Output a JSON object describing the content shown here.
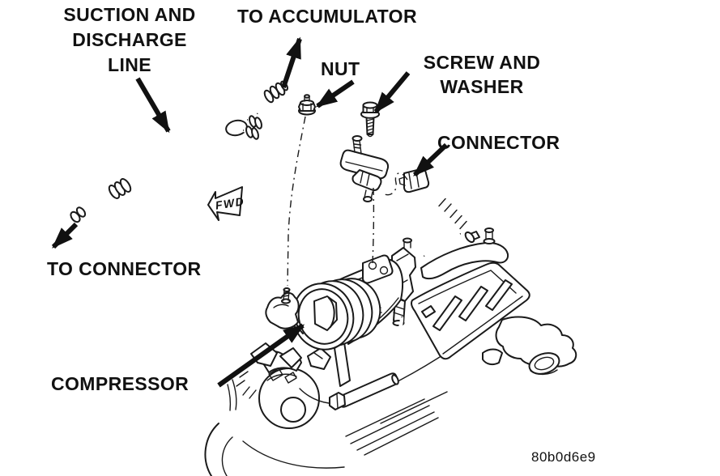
{
  "colors": {
    "ink": "#1a1a1a",
    "background": "#ffffff",
    "label_text": "#111111"
  },
  "labels": {
    "suction_line_1": "SUCTION AND",
    "suction_line_2": "DISCHARGE",
    "suction_line_3": "LINE",
    "to_accumulator": "TO ACCUMULATOR",
    "nut": "NUT",
    "screw_line_1": "SCREW AND",
    "screw_line_2": "WASHER",
    "connector": "CONNECTOR",
    "to_connector": "TO CONNECTOR",
    "compressor": "COMPRESSOR"
  },
  "badge": {
    "fwd": "FWD"
  },
  "footer": {
    "part_number": "80b0d6e9"
  }
}
